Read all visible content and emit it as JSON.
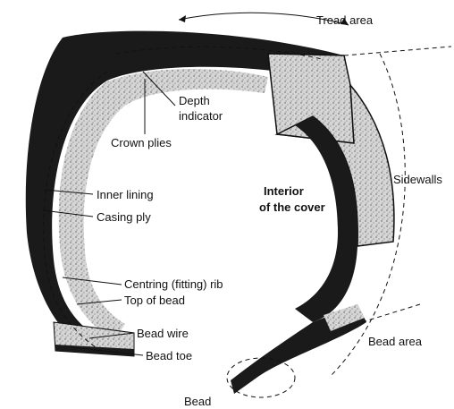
{
  "labels": {
    "tread_area": "Tread area",
    "depth_indicator_1": "Depth",
    "depth_indicator_2": "indicator",
    "crown_plies": "Crown plies",
    "sidewalls": "Sidewalls",
    "inner_lining": "Inner lining",
    "casing_ply": "Casing ply",
    "interior_1": "Interior",
    "interior_2": "of the cover",
    "centring_rib": "Centring (fitting) rib",
    "top_of_bead": "Top of bead",
    "bead_wire": "Bead wire",
    "bead_toe": "Bead toe",
    "bead_area": "Bead area",
    "bead": "Bead"
  },
  "colors": {
    "ink": "#111111",
    "rubber": "#1a1a1a",
    "speckle": "#bdbdbd"
  }
}
